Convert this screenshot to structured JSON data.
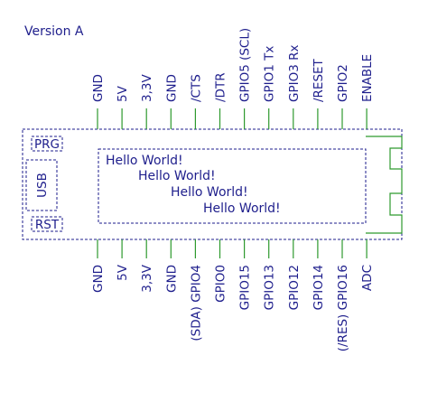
{
  "title": "Version A",
  "colors": {
    "ink": "#1e1e8c",
    "pin": "#2e9a2e",
    "background": "#ffffff"
  },
  "top_pins": [
    "GND",
    "5V",
    "3,3V",
    "GND",
    "/CTS",
    "/DTR",
    "GPIO5 (SCL)",
    "GPIO1 Tx",
    "GPIO3 Rx",
    "/RESET",
    "GPIO2",
    "ENABLE"
  ],
  "bottom_pins": [
    "GND",
    "5V",
    "3,3V",
    "GND",
    "(SDA) GPIO4",
    "GPIO0",
    "GPIO15",
    "GPIO13",
    "GPIO12",
    "GPIO14",
    "(/RES) GPIO16",
    "ADC"
  ],
  "buttons": {
    "prg": "PRG",
    "rst": "RST"
  },
  "usb_label": "USB",
  "display_lines": [
    "Hello World!",
    "Hello World!",
    "Hello World!",
    "Hello World!"
  ],
  "antenna_icon": "meander-antenna-icon"
}
